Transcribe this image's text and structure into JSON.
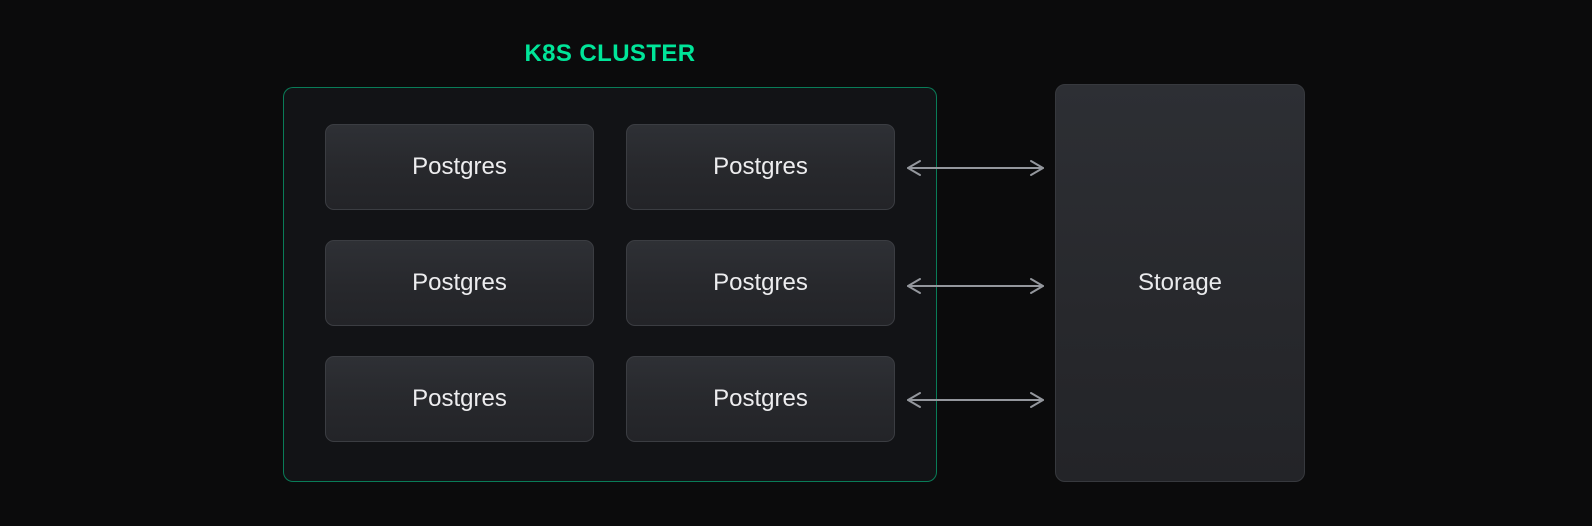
{
  "diagram": {
    "title": "K8S CLUSTER",
    "cluster": {
      "nodes": [
        {
          "label": "Postgres"
        },
        {
          "label": "Postgres"
        },
        {
          "label": "Postgres"
        },
        {
          "label": "Postgres"
        },
        {
          "label": "Postgres"
        },
        {
          "label": "Postgres"
        }
      ]
    },
    "storage": {
      "label": "Storage"
    },
    "connections": [
      {
        "from": "Postgres row 1",
        "to": "Storage",
        "type": "bidirectional-arrow"
      },
      {
        "from": "Postgres row 2",
        "to": "Storage",
        "type": "bidirectional-arrow"
      },
      {
        "from": "Postgres row 3",
        "to": "Storage",
        "type": "bidirectional-arrow"
      }
    ],
    "colors": {
      "accent_green": "#00e599",
      "cluster_border": "rgba(0,229,153,0.5)",
      "arrow_gray": "#94979d",
      "background": "#0b0b0c"
    }
  }
}
